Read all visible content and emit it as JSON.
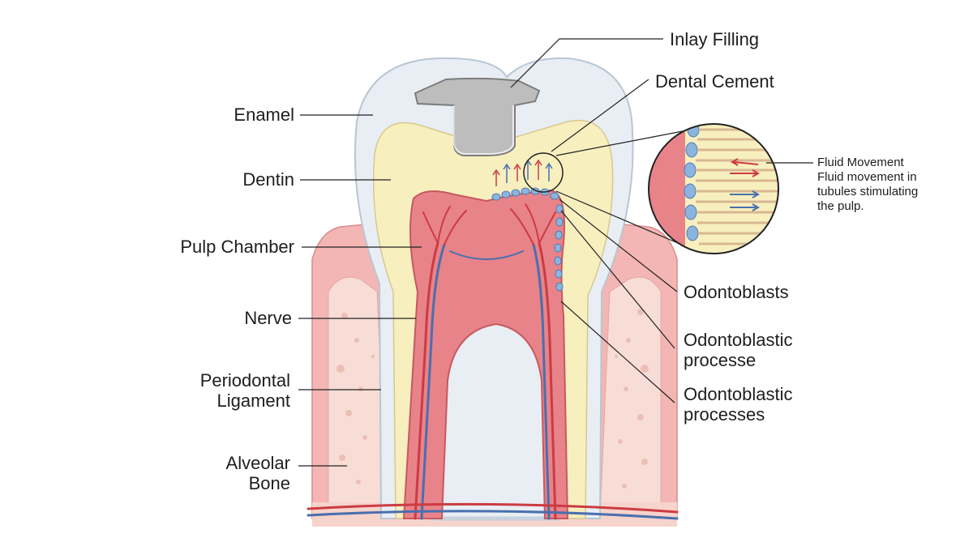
{
  "labels": {
    "enamel": "Enamel",
    "dentin": "Dentin",
    "pulp_chamber": "Pulp Chamber",
    "nerve": "Nerve",
    "periodontal_line1": "Periodontal",
    "periodontal_line2": "Ligament",
    "alveolar_line1": "Alveolar",
    "alveolar_line2": "Bone",
    "inlay_filling": "Inlay Filling",
    "dental_cement": "Dental Cement",
    "odontoblasts": "Odontoblasts",
    "odontoblastic_process_line1": "Odontoblastic",
    "odontoblastic_process_line2": "processe",
    "odontoblastic_processes_line1": "Odontoblastic",
    "odontoblastic_processes_line2": "processes",
    "fluid_movement_title": "Fluid Movement",
    "fluid_movement_desc_line1": "Fluid movement in",
    "fluid_movement_desc_line2": "tubules stimulating",
    "fluid_movement_desc_line3": "the pulp."
  },
  "colors": {
    "gum": "#f3b6b4",
    "bone": "#f8ddd6",
    "enamel": "#e8eef4",
    "dentin": "#f8efbf",
    "pulp": "#e8838a",
    "artery": "#cc3b42",
    "vein": "#4a6fae",
    "filling": "#bdbdbd",
    "odontoblast": "#8bb4de"
  }
}
